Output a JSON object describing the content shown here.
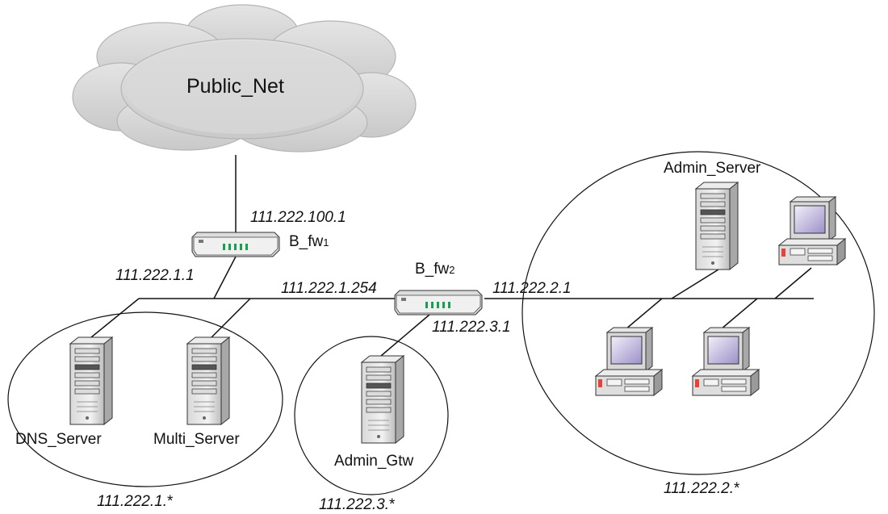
{
  "cloud": {
    "label": "Public_Net"
  },
  "firewalls": [
    {
      "name": "B_fw",
      "subscript": "1"
    },
    {
      "name": "B_fw",
      "subscript": "2"
    }
  ],
  "addresses": {
    "fw1_public": "111.222.100.1",
    "fw1_lan": "111.222.1.1",
    "fw2_lan": "111.222.1.254",
    "fw2_admin_net": "111.222.2.1",
    "fw2_gtw_net": "111.222.3.1"
  },
  "hosts": {
    "dns_server": "DNS_Server",
    "multi_server": "Multi_Server",
    "admin_gtw": "Admin_Gtw",
    "admin_server": "Admin_Server"
  },
  "networks": {
    "net1": "111.222.1.",
    "net3": "111.222.3.",
    "net2": "111.222.2.",
    "wildcard": "*"
  }
}
